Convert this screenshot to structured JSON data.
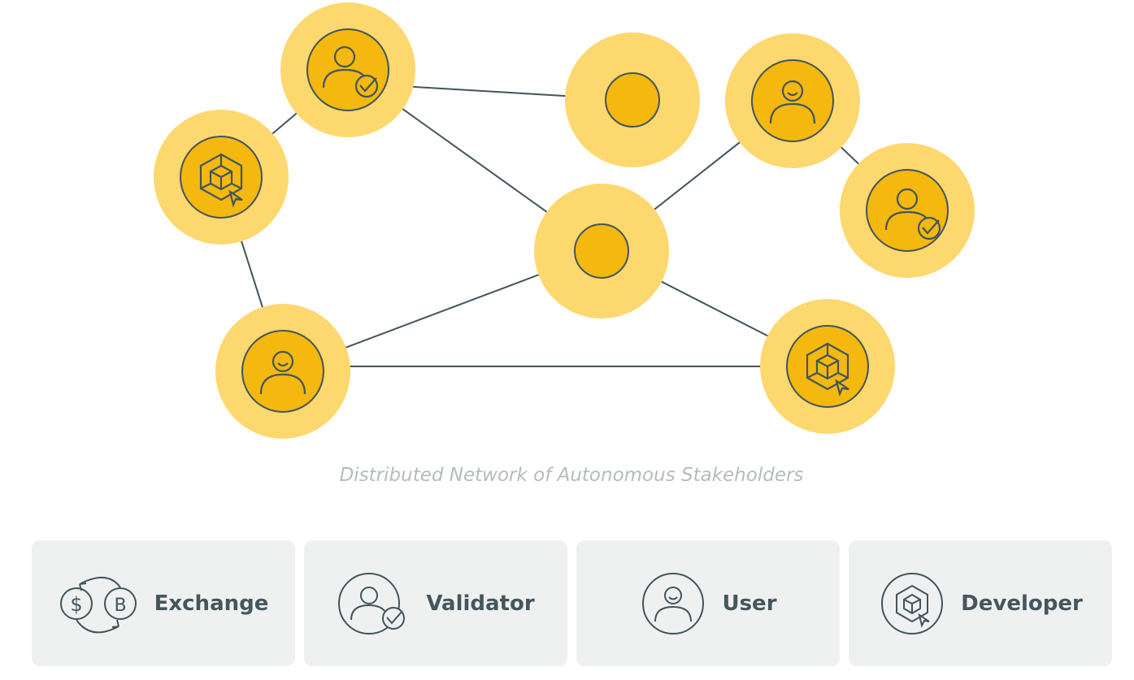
{
  "caption": "Distributed Network of Autonomous Stakeholders",
  "legend": [
    {
      "label": "Exchange",
      "icon": "exchange-icon"
    },
    {
      "label": "Validator",
      "icon": "validator-icon"
    },
    {
      "label": "User",
      "icon": "user-icon"
    },
    {
      "label": "Developer",
      "icon": "developer-icon"
    }
  ],
  "colors": {
    "halo": "#fdd86f",
    "node": "#f4b80f",
    "stroke": "#41545c",
    "card": "#eff1f1"
  }
}
